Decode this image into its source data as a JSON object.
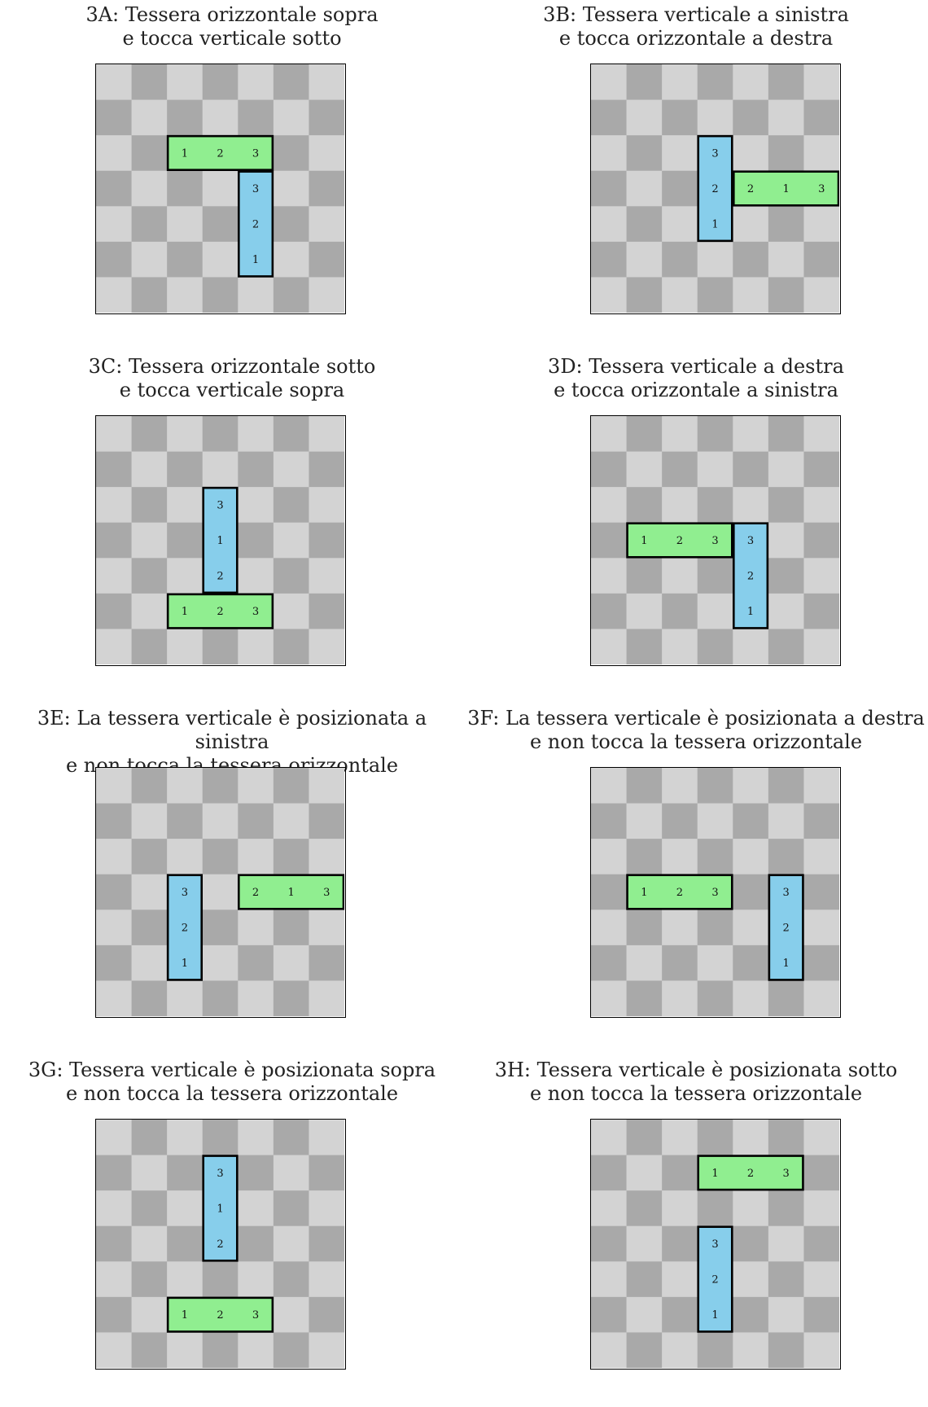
{
  "colors": {
    "light_square": "#d3d3d3",
    "dark_square": "#a9a9a9",
    "horizontal_tile": "#90ee90",
    "vertical_tile": "#87ceeb",
    "tile_border": "#000000"
  },
  "board_size": 7,
  "panels": [
    {
      "id": "3A",
      "title_line1": "3A: Tessera orizzontale sopra",
      "title_line2": "e tocca verticale sotto",
      "horizontal": {
        "row": 2,
        "col": 2,
        "labels": [
          "1",
          "2",
          "3"
        ]
      },
      "vertical": {
        "row": 3,
        "col": 4,
        "labels": [
          "3",
          "2",
          "1"
        ]
      }
    },
    {
      "id": "3B",
      "title_line1": "3B: Tessera verticale a sinistra",
      "title_line2": "e tocca orizzontale a destra",
      "horizontal": {
        "row": 3,
        "col": 4,
        "labels": [
          "2",
          "1",
          "3"
        ]
      },
      "vertical": {
        "row": 2,
        "col": 3,
        "labels": [
          "3",
          "2",
          "1"
        ]
      }
    },
    {
      "id": "3C",
      "title_line1": "3C: Tessera orizzontale sotto",
      "title_line2": "e tocca verticale sopra",
      "horizontal": {
        "row": 5,
        "col": 2,
        "labels": [
          "1",
          "2",
          "3"
        ]
      },
      "vertical": {
        "row": 2,
        "col": 3,
        "labels": [
          "3",
          "1",
          "2"
        ]
      }
    },
    {
      "id": "3D",
      "title_line1": "3D: Tessera verticale a destra",
      "title_line2": "e tocca orizzontale a sinistra",
      "horizontal": {
        "row": 3,
        "col": 1,
        "labels": [
          "1",
          "2",
          "3"
        ]
      },
      "vertical": {
        "row": 3,
        "col": 4,
        "labels": [
          "3",
          "2",
          "1"
        ]
      }
    },
    {
      "id": "3E",
      "title_line1": "3E: La tessera verticale è posizionata a sinistra",
      "title_line2": "e non tocca la tessera orizzontale",
      "horizontal": {
        "row": 3,
        "col": 4,
        "labels": [
          "2",
          "1",
          "3"
        ]
      },
      "vertical": {
        "row": 3,
        "col": 2,
        "labels": [
          "3",
          "2",
          "1"
        ]
      }
    },
    {
      "id": "3F",
      "title_line1": "3F: La tessera verticale è posizionata a destra",
      "title_line2": "e non tocca la tessera orizzontale",
      "horizontal": {
        "row": 3,
        "col": 1,
        "labels": [
          "1",
          "2",
          "3"
        ]
      },
      "vertical": {
        "row": 3,
        "col": 5,
        "labels": [
          "3",
          "2",
          "1"
        ]
      }
    },
    {
      "id": "3G",
      "title_line1": "3G: Tessera verticale è posizionata sopra",
      "title_line2": "e non tocca la tessera orizzontale",
      "horizontal": {
        "row": 5,
        "col": 2,
        "labels": [
          "1",
          "2",
          "3"
        ]
      },
      "vertical": {
        "row": 1,
        "col": 3,
        "labels": [
          "3",
          "1",
          "2"
        ]
      }
    },
    {
      "id": "3H",
      "title_line1": "3H: Tessera verticale è posizionata sotto",
      "title_line2": "e non tocca la tessera orizzontale",
      "horizontal": {
        "row": 1,
        "col": 3,
        "labels": [
          "1",
          "2",
          "3"
        ]
      },
      "vertical": {
        "row": 3,
        "col": 3,
        "labels": [
          "3",
          "2",
          "1"
        ]
      }
    }
  ]
}
